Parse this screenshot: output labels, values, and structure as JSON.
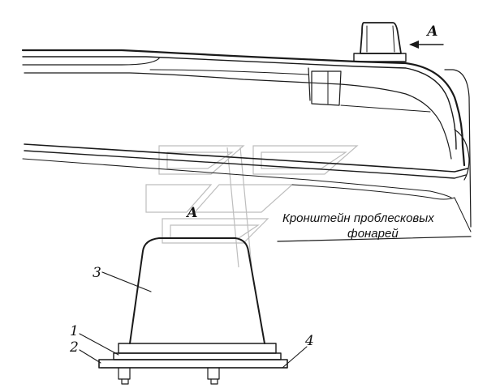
{
  "view_label_top": "А",
  "view_label_mid": "А",
  "caption": {
    "line1": "Кронштейн проблесковых",
    "line2": "фонарей"
  },
  "callouts": [
    "1",
    "2",
    "3",
    "4"
  ]
}
